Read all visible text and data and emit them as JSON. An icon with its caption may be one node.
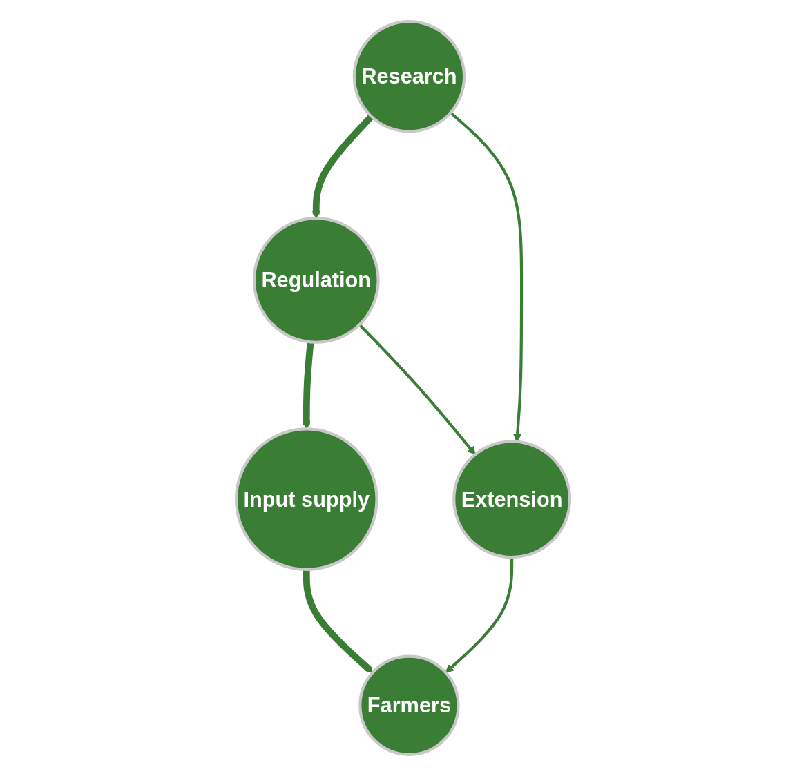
{
  "diagram": {
    "nodes": [
      {
        "text": [
          "Farmers"
        ]
      },
      {
        "text": [
          "Input supply"
        ]
      },
      {
        "text": [
          "Extension"
        ]
      },
      {
        "text": [
          "Regulation"
        ]
      },
      {
        "text": [
          "Research"
        ]
      }
    ],
    "edges": [
      {
        "from": 1,
        "to": 0,
        "arrow": "to",
        "style": "thick"
      },
      {
        "from": 2,
        "to": 0,
        "arrow": "to"
      },
      {
        "from": 3,
        "to": 1,
        "arrow": "to",
        "style": "thick"
      },
      {
        "from": 3,
        "to": 2,
        "arrow": "to"
      },
      {
        "from": 4,
        "to": 2,
        "arrow": "to"
      },
      {
        "from": 4,
        "to": 3,
        "arrow": "to",
        "style": "thick"
      }
    ]
  }
}
